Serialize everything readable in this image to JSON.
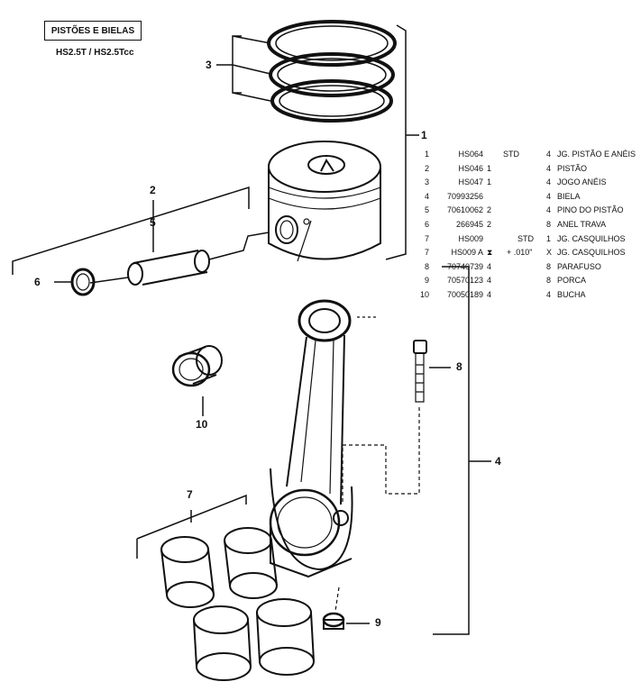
{
  "header": {
    "title": "PISTÕES E BIELAS",
    "model": "HS2.5T / HS2.5Tcc"
  },
  "callouts": [
    "1",
    "2",
    "3",
    "4",
    "5",
    "6",
    "7",
    "8",
    "9",
    "10"
  ],
  "parts": [
    {
      "n": "1",
      "code": "HS064",
      "group": "",
      "std": "STD",
      "sym": "",
      "qty": "4",
      "desc": "JG. PISTÃO E ANÉIS"
    },
    {
      "n": "2",
      "code": "HS046",
      "group": "1",
      "std": "",
      "sym": "",
      "qty": "4",
      "desc": "PISTÃO"
    },
    {
      "n": "3",
      "code": "HS047",
      "group": "1",
      "std": "",
      "sym": "",
      "qty": "4",
      "desc": "JOGO ANÉIS"
    },
    {
      "n": "4",
      "code": "70993256",
      "group": "",
      "std": "",
      "sym": "",
      "qty": "4",
      "desc": "BIELA"
    },
    {
      "n": "5",
      "code": "70610062",
      "group": "2",
      "std": "",
      "sym": "",
      "qty": "4",
      "desc": "PINO DO PISTÃO"
    },
    {
      "n": "6",
      "code": "266945",
      "group": "2",
      "std": "",
      "sym": "",
      "qty": "8",
      "desc": "ANEL TRAVA"
    },
    {
      "n": "7",
      "code": "HS009",
      "group": "",
      "std": "STD",
      "sym": "",
      "qty": "1",
      "desc": "JG. CASQUILHOS"
    },
    {
      "n": "7",
      "code": "HS009 A",
      "group": "",
      "std": "+ .010\"",
      "sym": "⧗",
      "qty": "X",
      "desc": "JG. CASQUILHOS"
    },
    {
      "n": "8",
      "code": "70740739",
      "group": "4",
      "std": "",
      "sym": "",
      "qty": "8",
      "desc": "PARAFUSO"
    },
    {
      "n": "9",
      "code": "70570123",
      "group": "4",
      "std": "",
      "sym": "",
      "qty": "8",
      "desc": "PORCA"
    },
    {
      "n": "10",
      "code": "70050189",
      "group": "4",
      "std": "",
      "sym": "",
      "qty": "4",
      "desc": "BUCHA"
    }
  ]
}
